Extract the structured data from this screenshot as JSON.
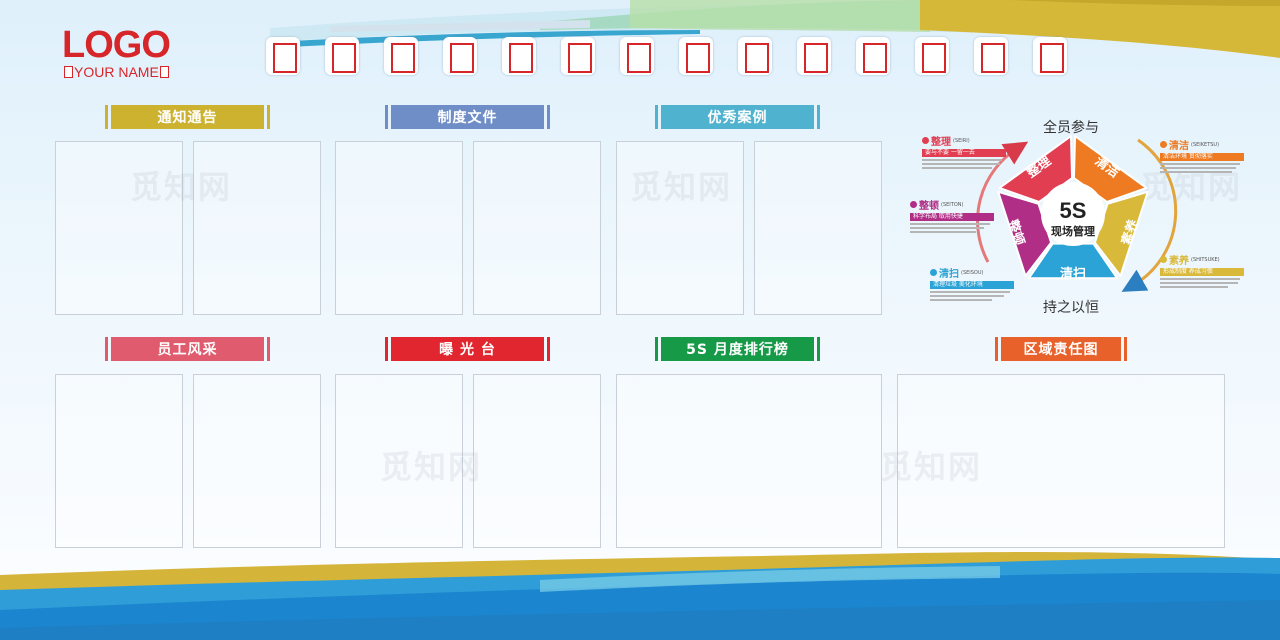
{
  "logo": {
    "main": "LOGO",
    "sub": "YOUR NAME"
  },
  "sections": {
    "notice": "通知通告",
    "policy": "制度文件",
    "cases": "优秀案例",
    "staff": "员工风采",
    "exposure": "曝 光 台",
    "ranking": "5S 月度排行榜",
    "area": "区域责任图"
  },
  "watermark": "觅知网",
  "five_s": {
    "center_title": "5S",
    "center_sub": "现场管理",
    "top_label": "全员参与",
    "bottom_label": "持之以恒",
    "segments": [
      "整理",
      "清洁",
      "素养",
      "清扫",
      "整顿"
    ],
    "annotations": [
      {
        "title": "整理",
        "en": "(SEIRI)",
        "bar": "要与不要 一留一去"
      },
      {
        "title": "清洁",
        "en": "(SEIKETSU)",
        "bar": "清洁环境 贯彻落实"
      },
      {
        "title": "整顿",
        "en": "(SEITON)",
        "bar": "科学布局 取用快捷"
      },
      {
        "title": "素养",
        "en": "(SHITSUKE)",
        "bar": "形成制度 养成习惯"
      },
      {
        "title": "清扫",
        "en": "(SEISOU)",
        "bar": "清理垃圾 美化环境"
      }
    ]
  },
  "colors": {
    "notice": "#cdb230",
    "policy": "#6f8dc6",
    "cases": "#4fb3cf",
    "staff": "#e05b6e",
    "exposure": "#e1262f",
    "ranking": "#169a48",
    "area": "#e8602a",
    "seg_seiri": "#e23e52",
    "seg_seiketsu": "#ee7a22",
    "seg_shitsuke": "#d9b93a",
    "seg_seisou": "#2ba3d6",
    "seg_seiton": "#b02e86"
  }
}
